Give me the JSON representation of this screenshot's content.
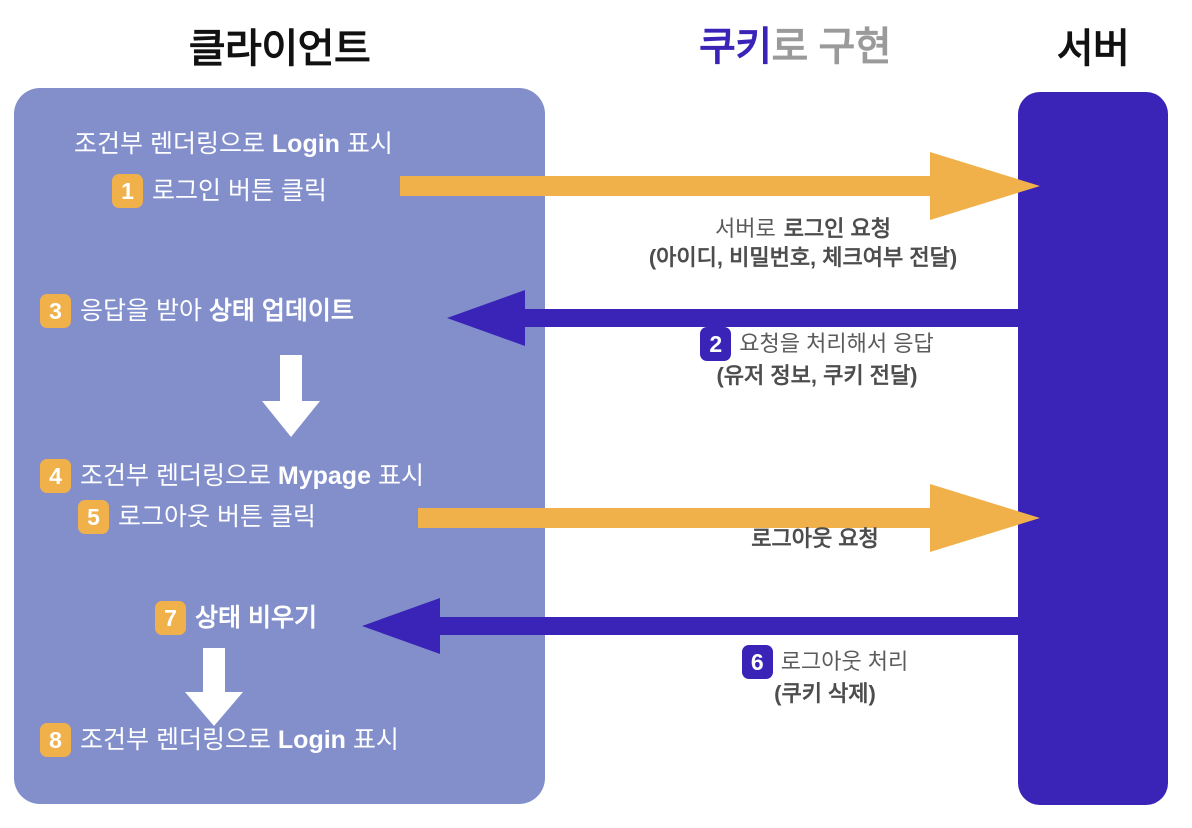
{
  "headers": {
    "client": "클라이언트",
    "middle_highlight": "쿠키",
    "middle_rest": "로 구현",
    "server": "서버"
  },
  "colors": {
    "client_lane": "#838FCB",
    "server_lane": "#3A24B8",
    "request_arrow": "#F0B04A",
    "response_arrow": "#3A24B8",
    "badge_client": "#F0B04A",
    "badge_server": "#3A24B8",
    "note_text": "#5b5b5b",
    "header_gray": "#9a9a9a"
  },
  "client_steps": [
    {
      "badge": "",
      "text": "조건부 렌더링으로 ",
      "bold": "Login",
      "tail": " 표시"
    },
    {
      "badge": "1",
      "text": "로그인 버튼 클릭",
      "bold": "",
      "tail": ""
    },
    {
      "badge": "3",
      "text": "응답을 받아 ",
      "bold": "상태 업데이트",
      "tail": ""
    },
    {
      "badge": "4",
      "text": "조건부 렌더링으로 ",
      "bold": "Mypage",
      "tail": " 표시"
    },
    {
      "badge": "5",
      "text": "로그아웃 버튼 클릭",
      "bold": "",
      "tail": ""
    },
    {
      "badge": "7",
      "text": "",
      "bold": "상태 비우기",
      "tail": ""
    },
    {
      "badge": "8",
      "text": "조건부 렌더링으로 ",
      "bold": "Login",
      "tail": " 표시"
    }
  ],
  "server_notes": [
    {
      "badge": "",
      "line1_plain": "서버로 ",
      "line1_bold": "로그인 요청",
      "line2_bold": "(아이디, 비밀번호, 체크여부 전달)"
    },
    {
      "badge": "2",
      "line1_plain": "요청을 처리해서 응답",
      "line1_bold": "",
      "line2_bold": "(유저 정보, 쿠키 전달)"
    },
    {
      "badge": "",
      "line1_plain": "",
      "line1_bold": "로그아웃 요청",
      "line2_bold": ""
    },
    {
      "badge": "6",
      "line1_plain": "로그아웃 처리",
      "line1_bold": "",
      "line2_bold": "(쿠키 삭제)"
    }
  ]
}
